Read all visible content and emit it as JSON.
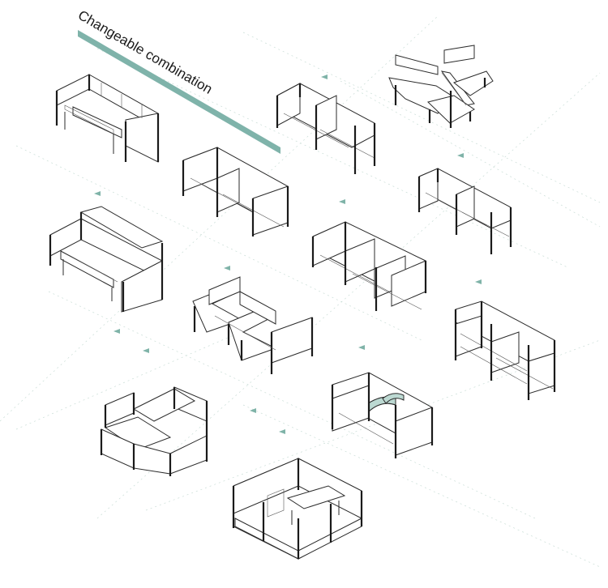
{
  "header": {
    "title": "Changeable combination",
    "accent_color": "#7fb3aa"
  },
  "configurations": [
    {
      "id": "u-shape-workstation"
    },
    {
      "id": "two-person-linear-cubicle"
    },
    {
      "id": "three-way-y-workstation"
    },
    {
      "id": "four-person-back-to-back-cubicle"
    },
    {
      "id": "two-person-single-row-cubicle"
    },
    {
      "id": "l-shape-workstation-with-storage"
    },
    {
      "id": "six-person-cubicle-cluster"
    },
    {
      "id": "four-person-l-desk-cluster"
    },
    {
      "id": "four-person-double-shelf-cubicle"
    },
    {
      "id": "cross-shape-workstation"
    },
    {
      "id": "four-person-glass-top-cubicle"
    },
    {
      "id": "enclosed-manager-office"
    }
  ]
}
